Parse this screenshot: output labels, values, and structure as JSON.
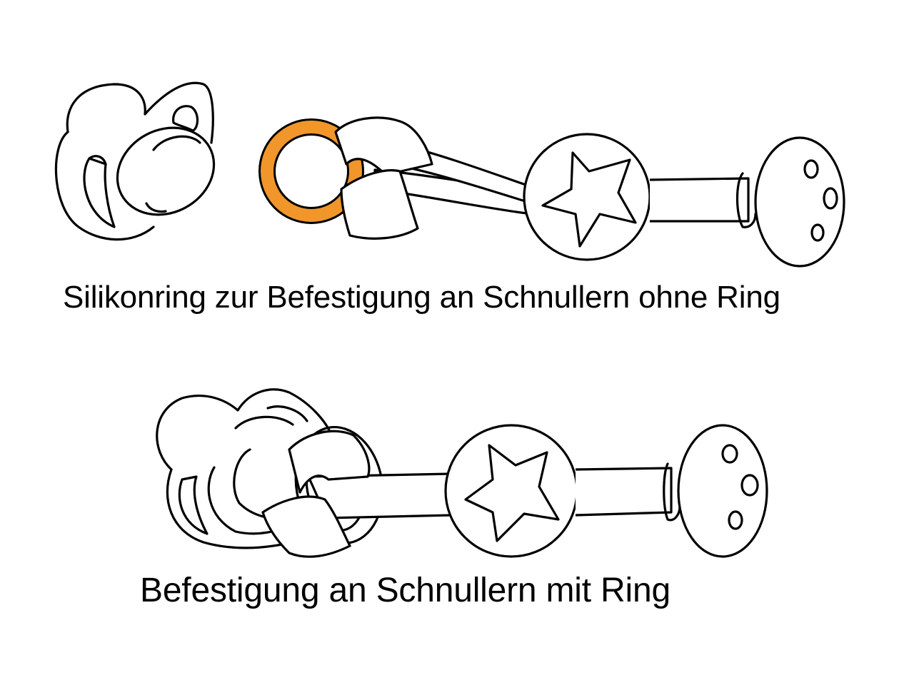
{
  "figures": [
    {
      "id": "top",
      "caption": "Silikonring zur Befestigung an Schnullern ohne Ring",
      "parts": [
        "pacifier-without-ring",
        "silicone-ring",
        "ribbon-loop",
        "star-bead",
        "ribbon",
        "clip"
      ],
      "ring_color": "#F0962A"
    },
    {
      "id": "bottom",
      "caption": "Befestigung an Schnullern mit Ring",
      "parts": [
        "pacifier-with-ring",
        "ribbon-loop",
        "star-bead",
        "ribbon",
        "clip"
      ]
    }
  ],
  "colors": {
    "background": "#FFFFFF",
    "ink": "#000000",
    "accent_ring": "#F0962A"
  }
}
